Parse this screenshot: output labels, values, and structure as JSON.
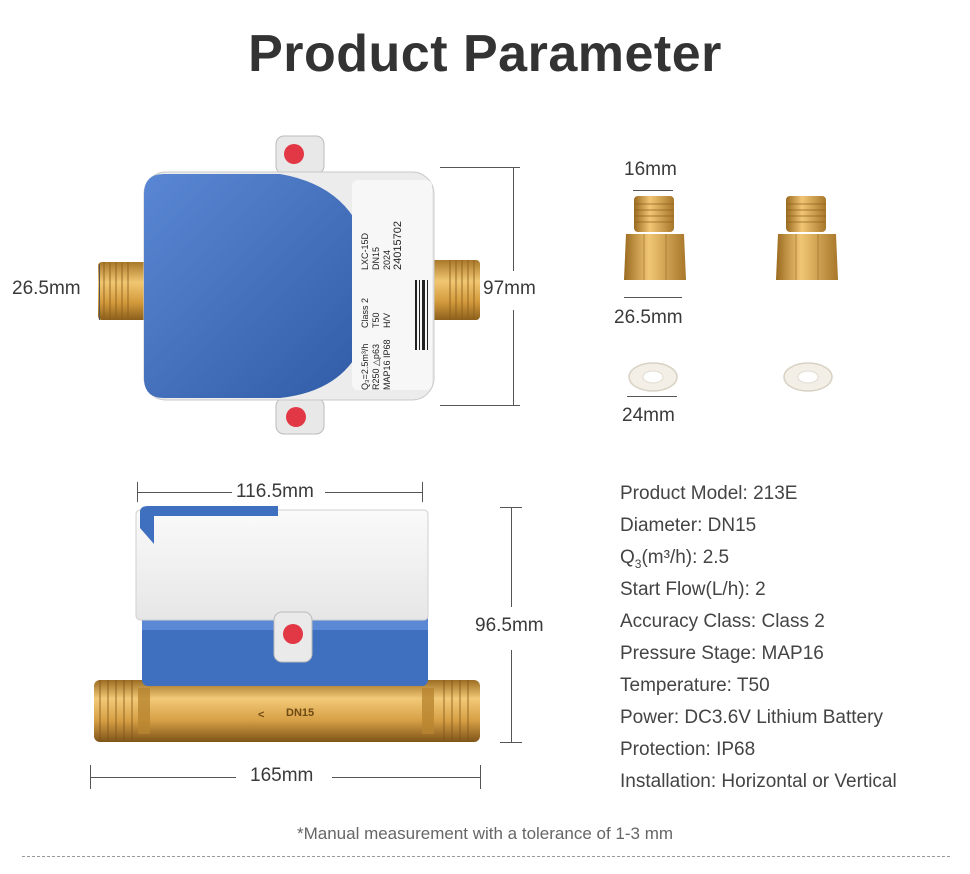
{
  "title": "Product Parameter",
  "top_view": {
    "inlet_label": "26.5mm",
    "height_label": "97mm",
    "label_lines": [
      "LXC-15D",
      "DN15",
      "2024",
      "24015702",
      "Class 2",
      "T50",
      "H/V",
      "Q₃=2.5m³/h",
      "R250 △p63",
      "MAP16 IP68"
    ]
  },
  "fittings": {
    "thread_label": "16mm",
    "nut_label": "26.5mm",
    "washer_label": "24mm"
  },
  "side_view": {
    "width_label": "116.5mm",
    "height_label": "96.5mm",
    "length_label": "165mm",
    "body_marking": "DN15"
  },
  "specs": {
    "model_label": "Product Model:",
    "model_value": "213E",
    "diameter_label": "Diameter:",
    "diameter_value": "DN15",
    "q3_label_pre": "Q",
    "q3_label_sub": "3",
    "q3_label_post": "(m³/h):",
    "q3_value": "2.5",
    "start_flow_label": "Start Flow(L/h):",
    "start_flow_value": "2",
    "accuracy_label": "Accuracy Class:",
    "accuracy_value": "Class 2",
    "pressure_label": "Pressure Stage:",
    "pressure_value": "MAP16",
    "temperature_label": "Temperature:",
    "temperature_value": "T50",
    "power_label": "Power:",
    "power_value": "DC3.6V Lithium Battery",
    "protection_label": "Protection:",
    "protection_value": "IP68",
    "installation_label": "Installation:",
    "installation_value": "Horizontal or Vertical"
  },
  "note": "*Manual measurement with a tolerance of 1-3 mm",
  "colors": {
    "blue": "#3f6fbf",
    "brass": "#d9a547",
    "white_cover": "#f4f4f4"
  }
}
